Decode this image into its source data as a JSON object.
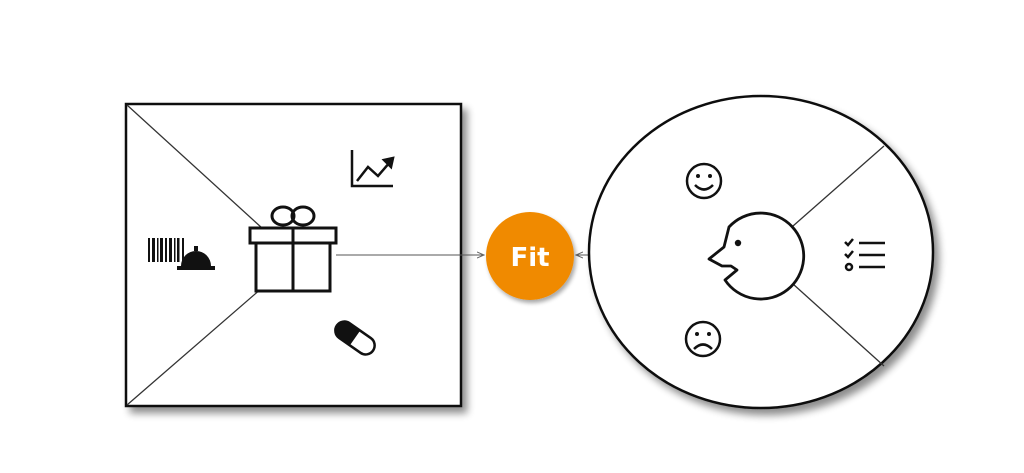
{
  "diagram": {
    "center": {
      "label": "Fit",
      "fill_color": "#f08a00",
      "text_color": "#ffffff"
    },
    "value_map": {
      "shape": "square",
      "icons": {
        "products_services": "gift-icon",
        "gain_creators": "chart-trend-up-icon",
        "pain_relievers": "pill-icon",
        "left_section": "barcode-service-bell-icon"
      }
    },
    "customer_profile": {
      "shape": "circle",
      "icons": {
        "customer": "customer-face-icon",
        "gains": "smiley-happy-icon",
        "pains": "smiley-sad-icon",
        "customer_jobs": "checklist-icon"
      }
    },
    "colors": {
      "stroke": "#111111",
      "connector": "#555555",
      "shadow": "#bbbbbb"
    }
  }
}
